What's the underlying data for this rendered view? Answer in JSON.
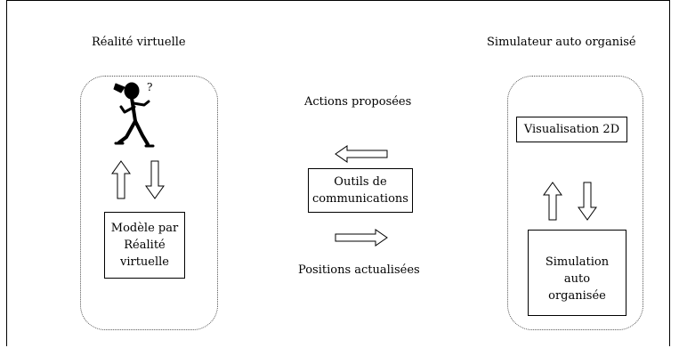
{
  "left_panel": {
    "title": "Réalité virtuelle",
    "model_box": [
      "Modèle par",
      "Réalité",
      "virtuelle"
    ]
  },
  "center": {
    "top_label": "Actions proposées",
    "comm_box": [
      "Outils de",
      "communications"
    ],
    "bottom_label": "Positions actualisées"
  },
  "right_panel": {
    "title": "Simulateur auto organisé",
    "viz_box": "Visualisation 2D",
    "sim_box": [
      "Simulation",
      "auto",
      "organisée"
    ]
  },
  "icons": {
    "figure": "thinking-person-icon",
    "question": "?"
  }
}
